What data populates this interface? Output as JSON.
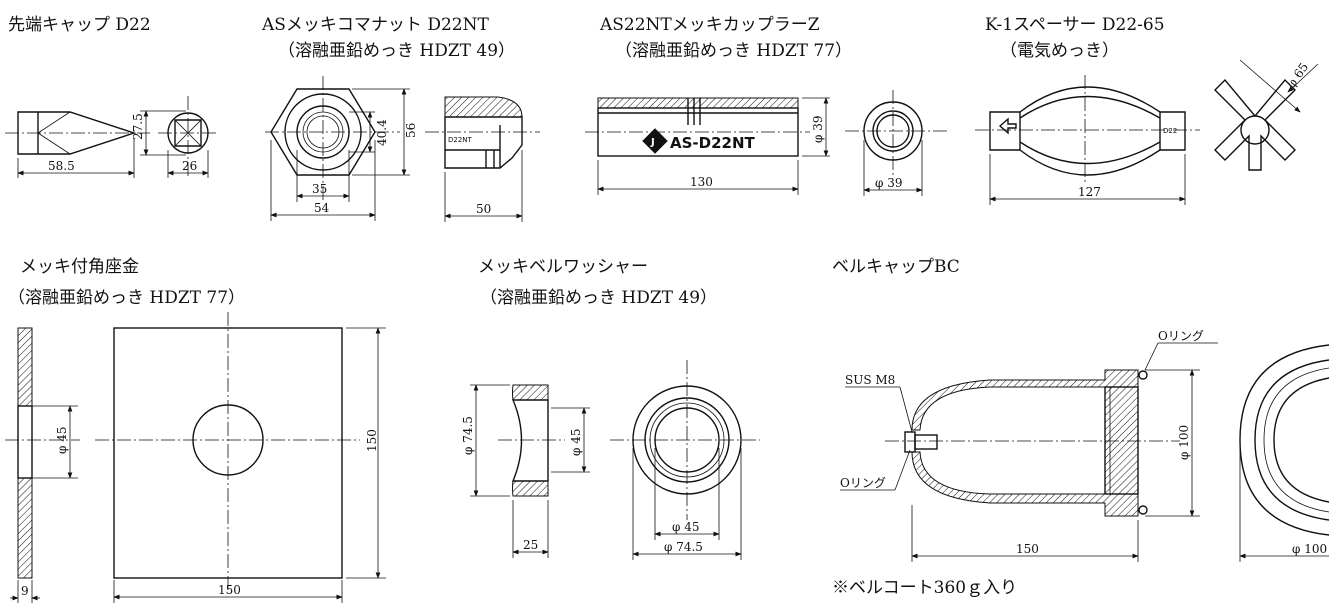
{
  "parts": {
    "tip_cap": {
      "title": "先端キャップ D22",
      "dim_length": "58.5",
      "dim_height": "27.5",
      "dim_width": "26"
    },
    "nut": {
      "title": "ASメッキコマナット D22NT",
      "subtitle": "（溶融亜鉛めっき HDZT 49）",
      "dim_35": "35",
      "dim_54": "54",
      "dim_40": "40.4",
      "dim_56": "56",
      "dim_50": "50",
      "stamp": "D22NT"
    },
    "coupler": {
      "title": "AS22NTメッキカップラーZ",
      "subtitle": "（溶融亜鉛めっき HDZT 77）",
      "dim_len": "130",
      "dim_dia": "φ 39",
      "dim_end": "φ 39",
      "label": "AS-D22NT",
      "logo": "J"
    },
    "spacer": {
      "title": "K-1スペーサー D22-65",
      "subtitle": "（電気めっき）",
      "dim_len": "127",
      "dim_dia": "φ 65",
      "stamp": "D22"
    },
    "washer_plate": {
      "title": "メッキ付角座金",
      "subtitle": "（溶融亜鉛めっき HDZT 77）",
      "dim_hole": "φ 45",
      "dim_side": "150",
      "dim_width": "150",
      "dim_thick": "9"
    },
    "bell_washer": {
      "title": "メッキベルワッシャー",
      "subtitle": "（溶融亜鉛めっき HDZT 49）",
      "dim_outer": "φ 74.5",
      "dim_inner": "φ 45",
      "dim_thick": "25",
      "dim_inner2": "φ 45",
      "dim_outer2": "φ 74.5"
    },
    "bell_cap": {
      "title": "ベルキャップBC",
      "sus": "SUS M8",
      "oring_top": "Oリング",
      "oring_left": "Oリング",
      "dim_dia": "φ 100",
      "dim_len": "150",
      "dim_dia2": "φ 100",
      "note": "※ベルコート360ｇ入り"
    }
  }
}
